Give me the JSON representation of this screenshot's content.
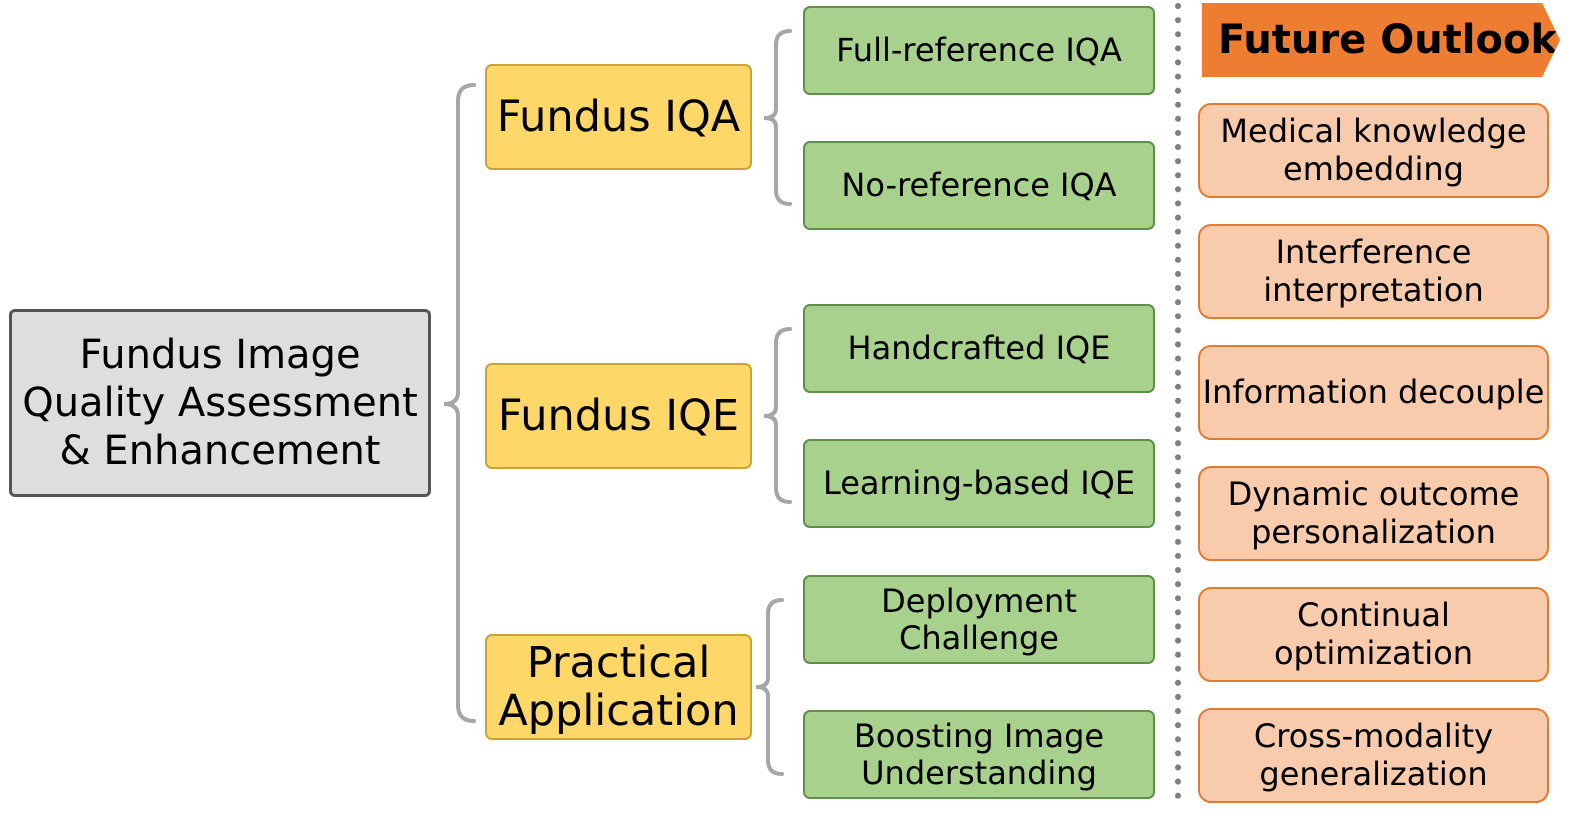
{
  "root": {
    "label": "Fundus Image Quality Assessment & Enhancement"
  },
  "categories": [
    {
      "label": "Fundus IQA",
      "children": [
        "Full-reference IQA",
        "No-reference IQA"
      ]
    },
    {
      "label": "Fundus IQE",
      "children": [
        "Handcrafted IQE",
        "Learning-based IQE"
      ]
    },
    {
      "label": "Practical Application",
      "children": [
        "Deployment Challenge",
        "Boosting Image Understanding"
      ]
    }
  ],
  "future_outlook": {
    "title": "Future Outlook",
    "items": [
      "Medical knowledge embedding",
      "Interference interpretation",
      "Information decouple",
      "Dynamic outcome personalization",
      "Continual optimization",
      "Cross-modality generalization"
    ]
  },
  "colors": {
    "root_fill": "#dedede",
    "category_fill": "#fdd868",
    "subcategory_fill": "#a8d18d",
    "outlook_header": "#ee7d31",
    "outlook_item_fill": "#f8cbad",
    "connector": "#a6a6a6"
  }
}
